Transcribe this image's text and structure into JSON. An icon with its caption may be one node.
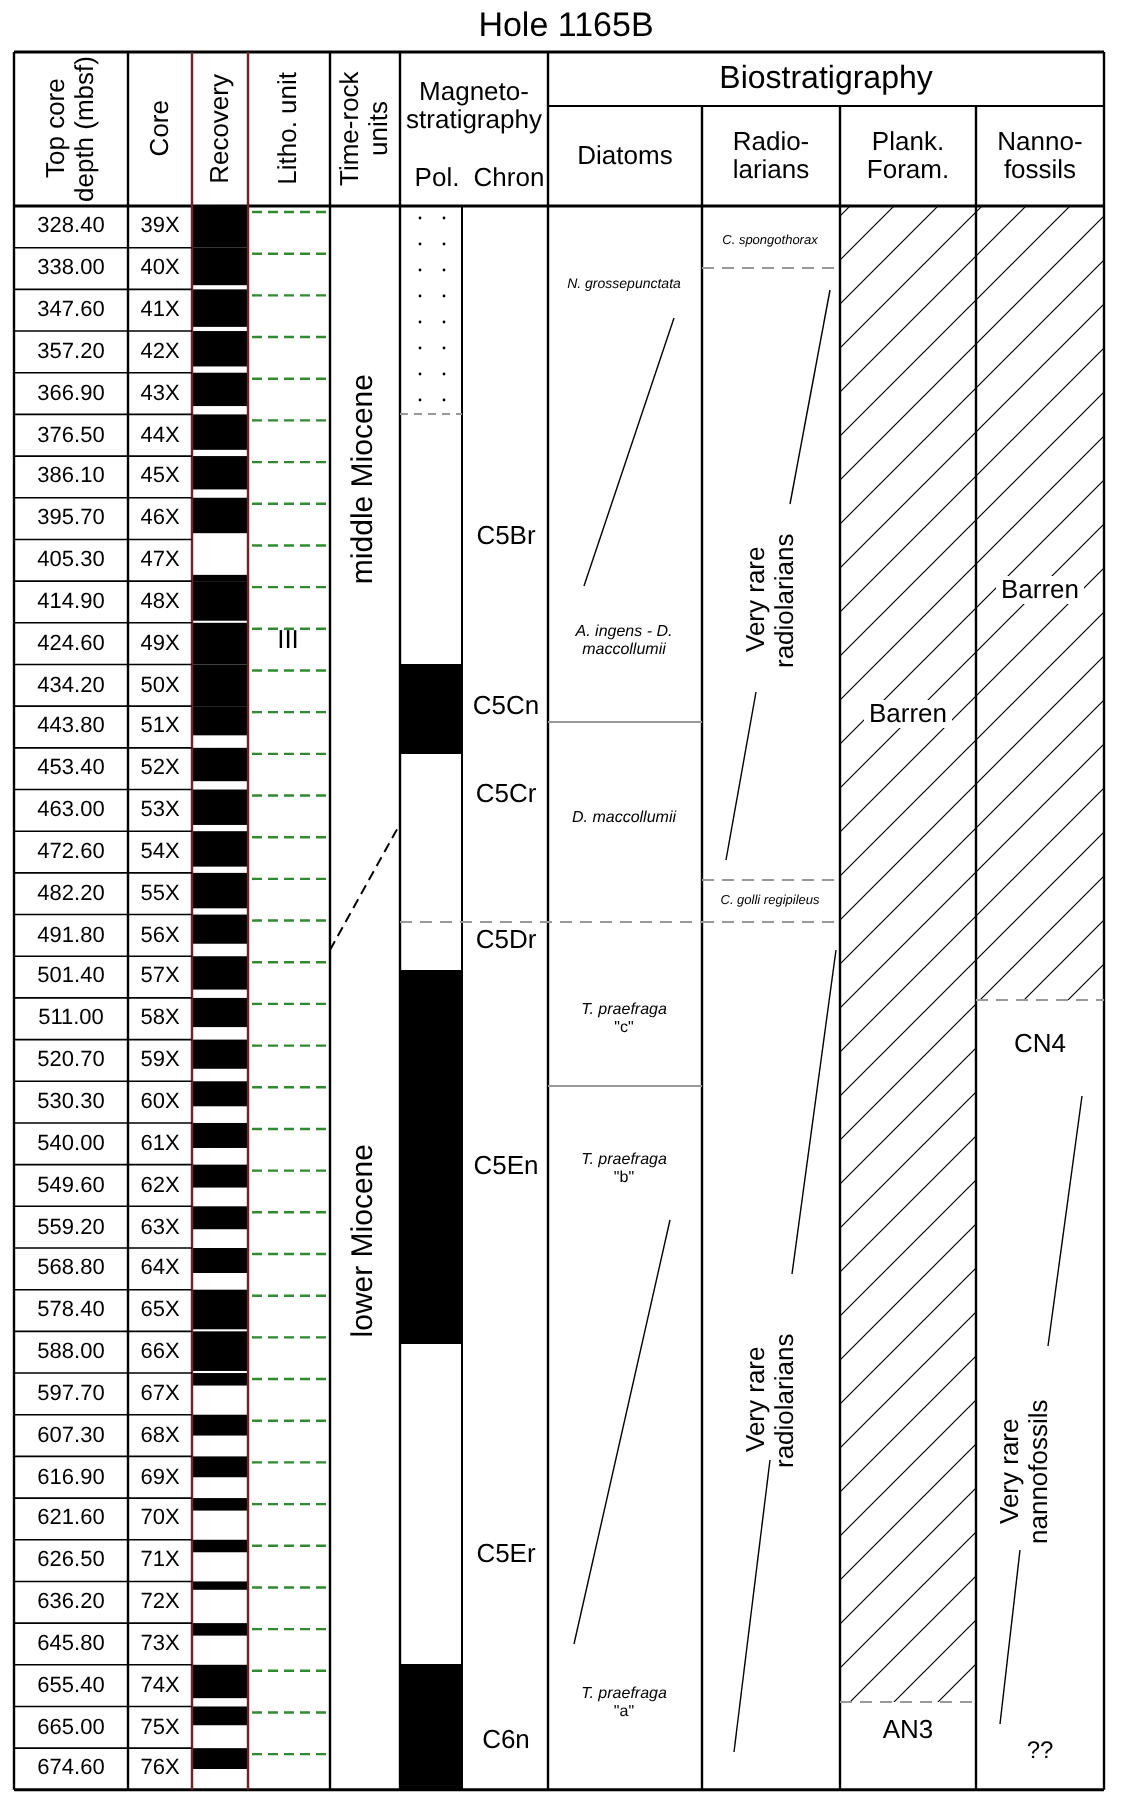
{
  "diagram": {
    "title": "Hole 1165B",
    "labels": [
      "Top core depth (mbsf)",
      "Core",
      "Recovery",
      "Litho. unit",
      "Time-rock units",
      "Magneto- stratigraphy",
      "Pol.",
      "Chron",
      "Biostratigraphy",
      "Diatoms",
      "Radio- larians",
      "Plank. Foram.",
      "Nanno- fossils",
      "328.40",
      "39X",
      "338.00",
      "40X",
      "347.60",
      "41X",
      "357.20",
      "42X",
      "366.90",
      "43X",
      "376.50",
      "44X",
      "386.10",
      "45X",
      "395.70",
      "46X",
      "405.30",
      "47X",
      "414.90",
      "48X",
      "424.60",
      "49X",
      "434.20",
      "50X",
      "443.80",
      "51X",
      "453.40",
      "52X",
      "463.00",
      "53X",
      "472.60",
      "54X",
      "482.20",
      "55X",
      "491.80",
      "56X",
      "501.40",
      "57X",
      "511.00",
      "58X",
      "520.70",
      "59X",
      "530.30",
      "60X",
      "540.00",
      "61X",
      "549.60",
      "62X",
      "559.20",
      "63X",
      "568.80",
      "64X",
      "578.40",
      "65X",
      "588.00",
      "66X",
      "597.70",
      "67X",
      "607.30",
      "68X",
      "616.90",
      "69X",
      "621.60",
      "70X",
      "626.50",
      "71X",
      "636.20",
      "72X",
      "645.80",
      "73X",
      "655.40",
      "74X",
      "665.00",
      "75X",
      "674.60",
      "76X",
      "III",
      "middle Miocene",
      "lower Miocene",
      "C5Br",
      "C5Cn",
      "C5Cr",
      "C5Dr",
      "C5En",
      "C5Er",
      "C6n",
      "N. grossepunctata",
      "A. ingens - D. maccollumii",
      "D. maccollumii",
      "*T. praefraga* \"c\"",
      "*T. praefraga* \"b\"",
      "*T. praefraga* \"a\"",
      "C. spongothorax",
      "Very rare radiolarians",
      "C. golli regipileus",
      "Very rare radiolarians",
      "Barren",
      "AN3",
      "Barren",
      "CN4",
      "Very rare nannofossils",
      "??"
    ]
  }
}
